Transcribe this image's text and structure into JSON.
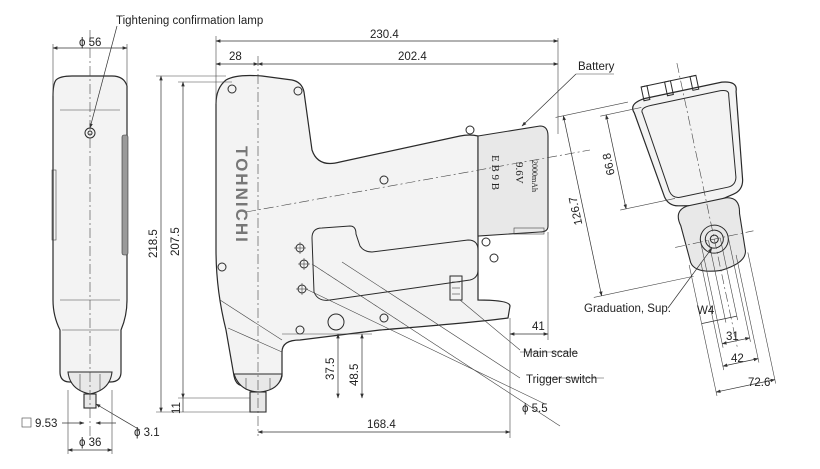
{
  "callouts": {
    "lamp": "Tightening confirmation lamp",
    "battery": "Battery",
    "graduation": "Graduation, Sup.",
    "main_scale": "Main scale",
    "trigger": "Trigger switch"
  },
  "brand_text": "TOHNICHI",
  "battery_label": {
    "model": "E B 9 B",
    "voltage": "9.6V",
    "capacity": "2000mAh"
  },
  "dimensions": {
    "d56": "ϕ 56",
    "d230_4": "230.4",
    "d28": "28",
    "d202_4": "202.4",
    "d218_5": "218.5",
    "d207_5": "207.5",
    "d37_5": "37.5",
    "d48_5": "48.5",
    "d11": "11",
    "d168_4": "168.4",
    "d41": "41",
    "d66_8": "66.8",
    "d126_7": "126.7",
    "w4": "W4",
    "d31": "31",
    "d42": "42",
    "d72_6": "72.6",
    "d5_5": "ϕ 5.5",
    "d3_1": "ϕ 3.1",
    "d36": "ϕ 36",
    "sq9_53": "9.53"
  }
}
